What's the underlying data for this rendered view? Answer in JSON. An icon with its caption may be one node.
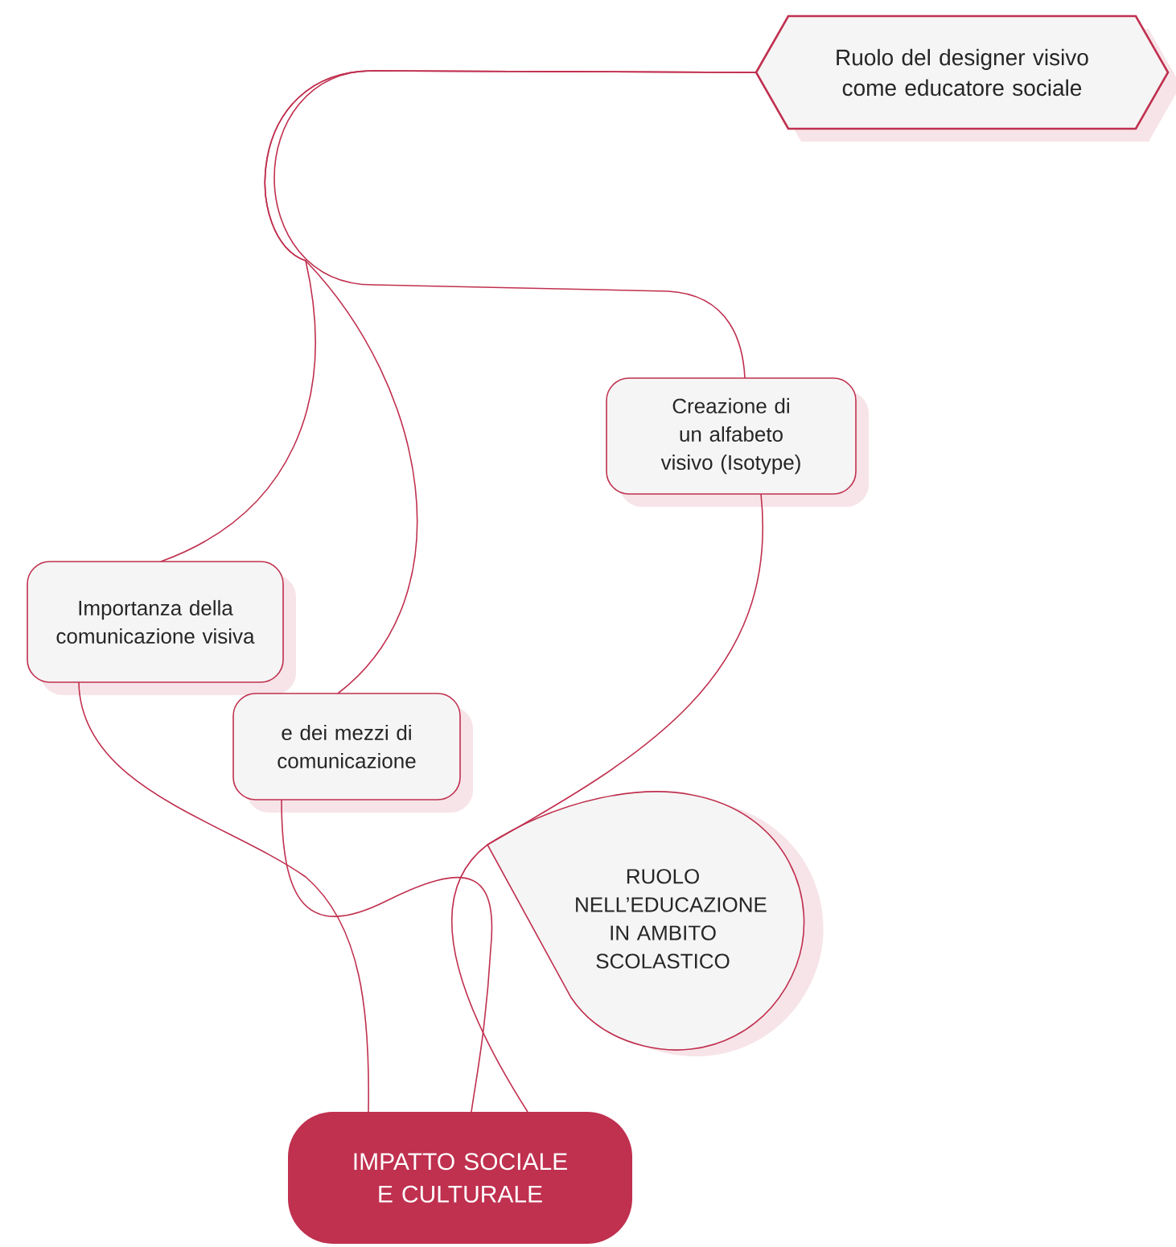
{
  "diagram": {
    "nodes": [
      {
        "text": [
          "Ruolo del designer visivo come educatore sociale"
        ]
      },
      {
        "text": [
          "Creazione di un alfabeto visivo (Isotype)"
        ]
      },
      {
        "text": [
          "Importanza della comunicazione visiva"
        ]
      },
      {
        "text": [
          "e dei mezzi di comunicazione"
        ]
      },
      {
        "text": [
          "RUOLO NELL’EDUCAZIONE IN AMBITO SCOLASTICO"
        ]
      },
      {
        "text": [
          "IMPATTO SOCIALE E CULTURALE"
        ]
      }
    ],
    "edges": [
      {
        "from": 0,
        "to": 1,
        "arrow": "none"
      },
      {
        "from": 0,
        "to": 2,
        "arrow": "none"
      },
      {
        "from": 0,
        "to": 3,
        "arrow": "none"
      },
      {
        "from": 1,
        "to": 4,
        "arrow": "none"
      },
      {
        "from": 4,
        "to": 5,
        "arrow": "none"
      },
      {
        "from": 3,
        "to": 5,
        "arrow": "none"
      },
      {
        "from": 2,
        "to": 5,
        "arrow": "none"
      }
    ]
  }
}
